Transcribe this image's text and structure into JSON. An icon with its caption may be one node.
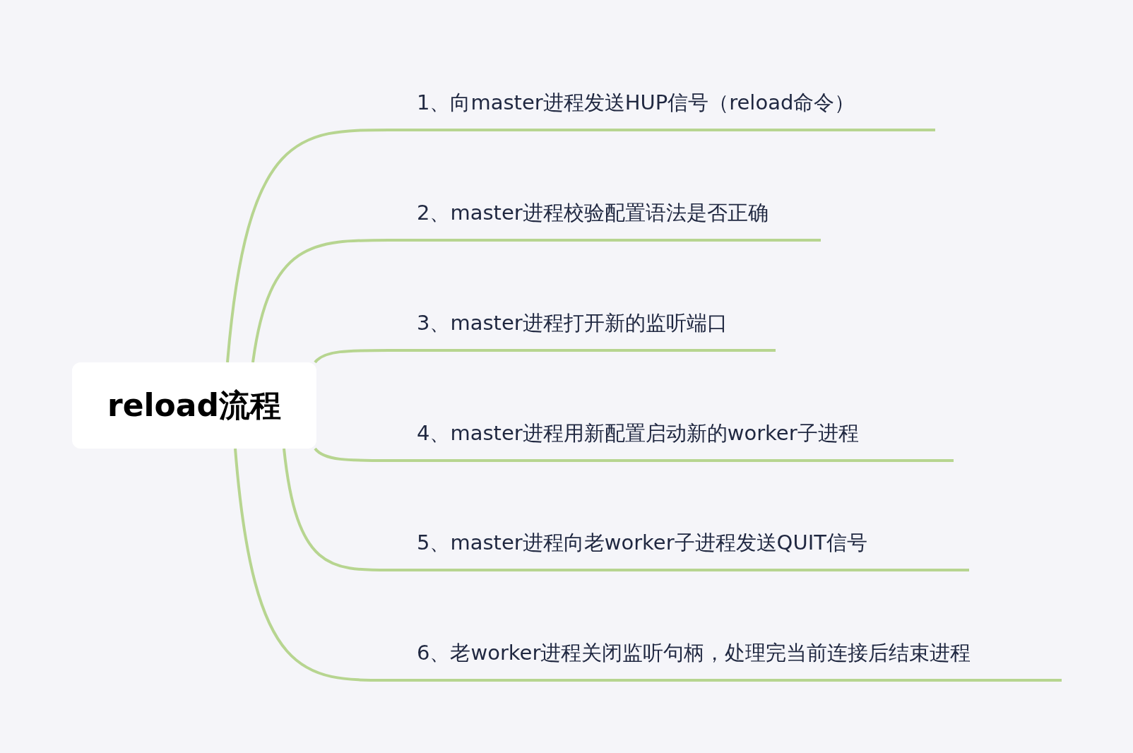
{
  "diagram": {
    "nodes": [
      {
        "text": [
          "reload流程"
        ]
      },
      {
        "text": [
          "1、向master进程发送HUP信号（reload命令）"
        ]
      },
      {
        "text": [
          "2、master进程校验配置语法是否正确"
        ]
      },
      {
        "text": [
          "3、master进程打开新的监听端口"
        ]
      },
      {
        "text": [
          "4、master进程用新配置启动新的worker子进程"
        ]
      },
      {
        "text": [
          "5、master进程向老worker子进程发送QUIT信号"
        ]
      },
      {
        "text": [
          "6、老worker进程关闭监听句柄，处理完当前连接后结束进程"
        ]
      }
    ],
    "edges": [
      {
        "from": 0,
        "to": 1,
        "arrow": "none"
      },
      {
        "from": 0,
        "to": 2,
        "arrow": "none"
      },
      {
        "from": 0,
        "to": 3,
        "arrow": "none"
      },
      {
        "from": 0,
        "to": 4,
        "arrow": "none"
      },
      {
        "from": 0,
        "to": 5,
        "arrow": "none"
      },
      {
        "from": 0,
        "to": 6,
        "arrow": "none"
      }
    ]
  }
}
